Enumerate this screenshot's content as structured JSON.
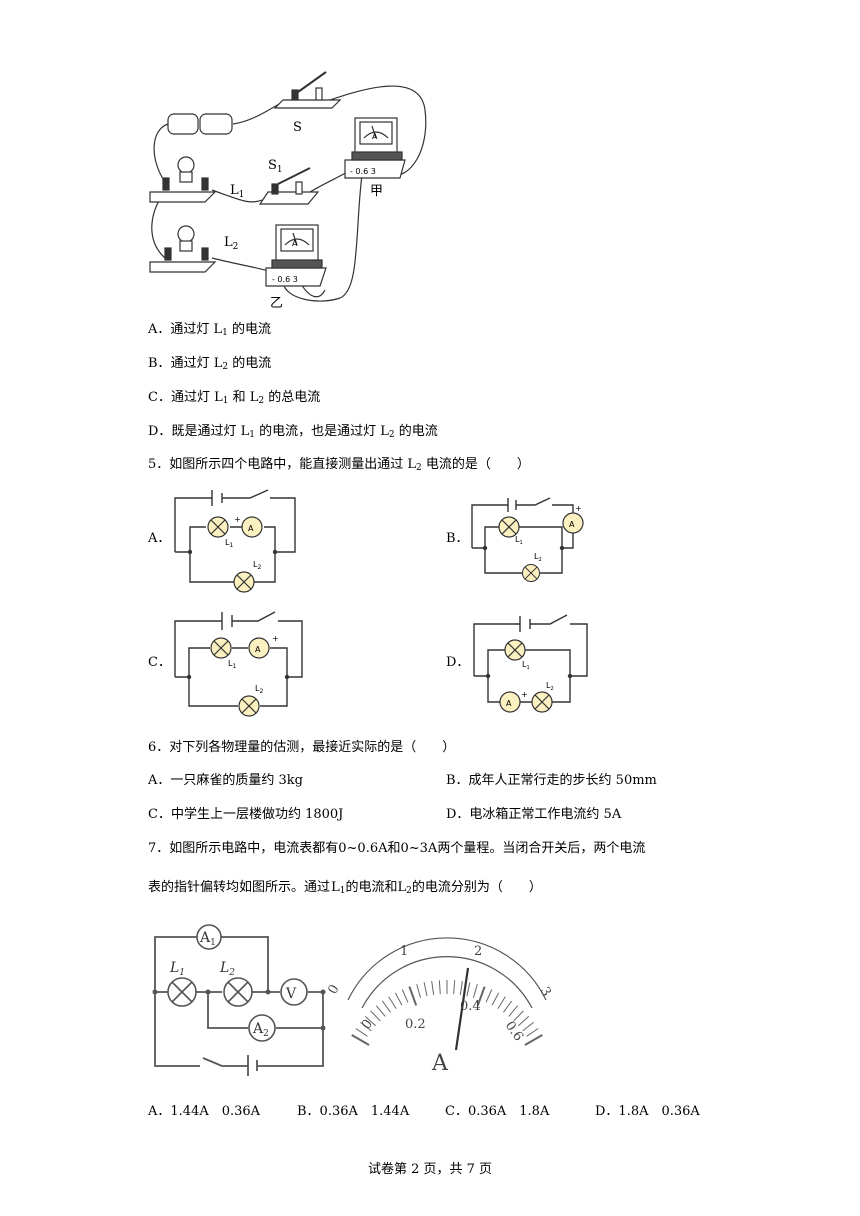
{
  "q4": {
    "figure_labels": {
      "switch_s": "S",
      "switch_s1": "S",
      "switch_s1_sub": "1",
      "lamp1": "L",
      "lamp1_sub": "1",
      "lamp2": "L",
      "lamp2_sub": "2",
      "meter_jia": "甲",
      "meter_yi": "乙",
      "meter_scale_jia": "- 0.6 3",
      "meter_scale_yi": "- 0.6 3",
      "meter_face": "A"
    },
    "options": {
      "A": {
        "letter": "A．",
        "text1": "通过灯 L",
        "sub1": "1",
        "text2": " 的电流"
      },
      "B": {
        "letter": "B．",
        "text1": "通过灯 L",
        "sub1": "2",
        "text2": " 的电流"
      },
      "C": {
        "letter": "C．",
        "text1": "通过灯 L",
        "sub1": "1",
        "text2": " 和 L",
        "sub2": "2",
        "text3": " 的总电流"
      },
      "D": {
        "letter": "D．",
        "text1": "既是通过灯 L",
        "sub1": "1",
        "text2": " 的电流，也是通过灯 L",
        "sub2": "2",
        "text3": " 的电流"
      }
    }
  },
  "q5": {
    "stem": "5．如图所示四个电路中，能直接测量出通过 L",
    "stem_sub": "2",
    "stem_tail": " 电流的是（　　）",
    "options": {
      "A": "A．",
      "B": "B．",
      "C": "C．",
      "D": "D．"
    },
    "circuit_labels": {
      "L1": "L",
      "L1_sub": "1",
      "L2": "L",
      "L2_sub": "2",
      "ammeter": "A",
      "plus": "+"
    }
  },
  "q6": {
    "stem": "6．对下列各物理量的估测，最接近实际的是（　　）",
    "options": {
      "A": "A．一只麻雀的质量约 3kg",
      "B": "B．成年人正常行走的步长约 50mm",
      "C": "C．中学生上一层楼做功约 1800J",
      "D": "D．电冰箱正常工作电流约 5A"
    }
  },
  "q7": {
    "stem_line1": "7．如图所示电路中，电流表都有0~0.6A和0~3A两个量程。当闭合开关后，两个电流",
    "stem_line2a": "表的指针偏转均如图所示。通过",
    "stem_L1": "L",
    "stem_L1_sub": "1",
    "stem_line2b": "的电流和",
    "stem_L2": "L",
    "stem_L2_sub": "2",
    "stem_line2c": "的电流分别为（　　）",
    "circuit_labels": {
      "A1": "A",
      "A1_sub": "1",
      "A2": "A",
      "A2_sub": "2",
      "V": "V",
      "L1": "L",
      "L1_sub": "1",
      "L2": "L",
      "L2_sub": "2"
    },
    "dial_labels": {
      "big": [
        "0",
        "1",
        "2",
        "3"
      ],
      "small": [
        "0",
        "0.2",
        "0.4",
        "0.6"
      ],
      "unit": "A"
    },
    "options": {
      "A": "A．1.44A　0.36A",
      "B": "B．0.36A　1.44A",
      "C": "C．0.36A　1.8A",
      "D": "D．1.8A　0.36A"
    }
  },
  "footer": "试卷第 2 页，共 7 页"
}
